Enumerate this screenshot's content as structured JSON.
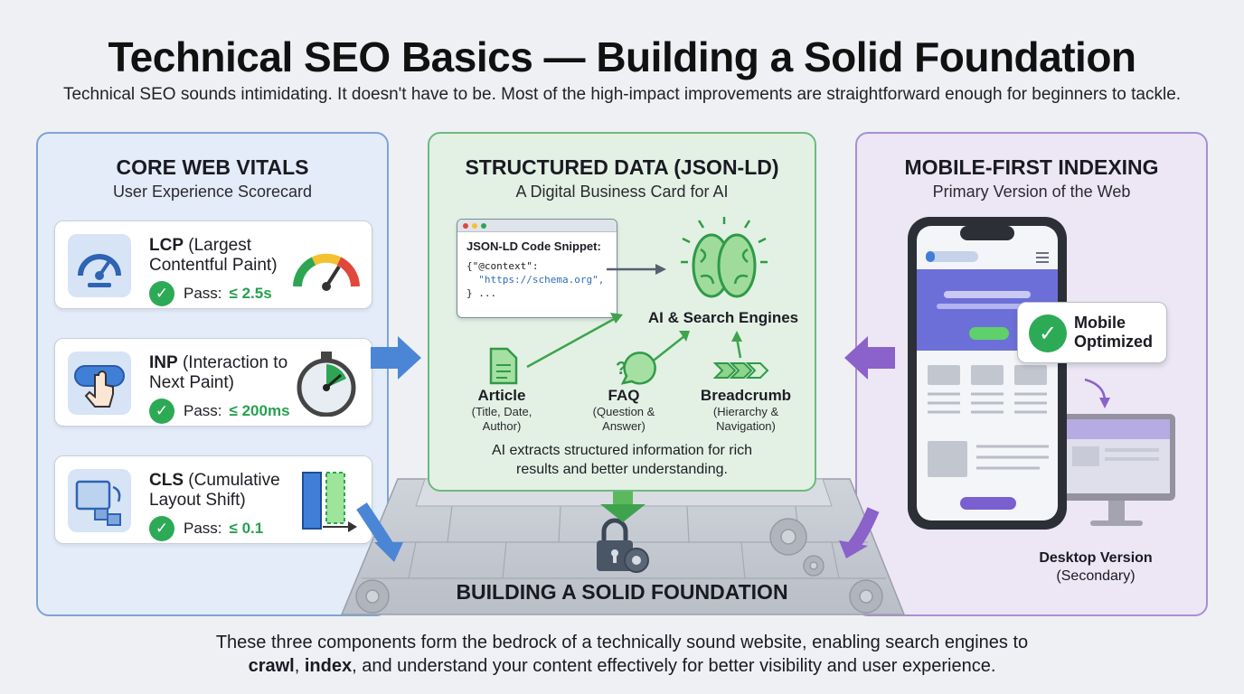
{
  "header": {
    "title": "Technical SEO Basics — Building a Solid Foundation",
    "subtitle": "Technical SEO sounds intimidating. It doesn't have to be. Most of the high-impact improvements are straightforward enough for beginners to tackle."
  },
  "core_web_vitals": {
    "heading": "CORE WEB VITALS",
    "subheading": "User Experience Scorecard",
    "metrics": [
      {
        "abbr": "LCP",
        "name": " (Largest Contentful Paint)",
        "pass_label": "Pass:",
        "threshold": "≤ 2.5s",
        "icon": "speedometer-icon"
      },
      {
        "abbr": "INP",
        "name": " (Interaction to Next Paint)",
        "pass_label": "Pass:",
        "threshold": "≤ 200ms",
        "icon": "tap-hand-icon"
      },
      {
        "abbr": "CLS",
        "name": " (Cumulative Layout Shift)",
        "pass_label": "Pass:",
        "threshold": "≤ 0.1",
        "icon": "layout-shift-icon"
      }
    ]
  },
  "structured_data": {
    "heading": "STRUCTURED DATA (JSON-LD)",
    "subheading": "A Digital Business Card for AI",
    "code_title": "JSON-LD Code Snippet:",
    "code_line1": "{\"@context\":",
    "code_line2": "\"https://schema.org\",",
    "code_line3": "} ...",
    "ai_label": "AI & Search Engines",
    "types": [
      {
        "label": "Article",
        "desc": "(Title, Date, Author)",
        "icon": "document-icon"
      },
      {
        "label": "FAQ",
        "desc": "(Question & Answer)",
        "icon": "question-icon"
      },
      {
        "label": "Breadcrumb",
        "desc": "(Hierarchy & Navigation)",
        "icon": "breadcrumb-icon"
      }
    ],
    "footnote": "AI extracts structured information for rich results and better understanding."
  },
  "mobile_first": {
    "heading": "MOBILE-FIRST INDEXING",
    "subheading": "Primary Version of the Web",
    "badge": "Mobile Optimized",
    "desktop_title": "Desktop Version",
    "desktop_sub": "(Secondary)"
  },
  "foundation": {
    "label": "BUILDING A SOLID FOUNDATION"
  },
  "footer": {
    "line1": "These three components form the bedrock of a technically sound website, enabling search engines to",
    "crawl": "crawl",
    "index": "index",
    "line2_rest": ", and understand your content effectively for better visibility and user experience."
  },
  "colors": {
    "blue_panel": "#e3ecf8",
    "green_panel": "#e2f1e4",
    "purple_panel": "#ece6f5",
    "pass_green": "#27a04f",
    "arrow_blue": "#4b86d6",
    "arrow_purple": "#8a62c9"
  }
}
